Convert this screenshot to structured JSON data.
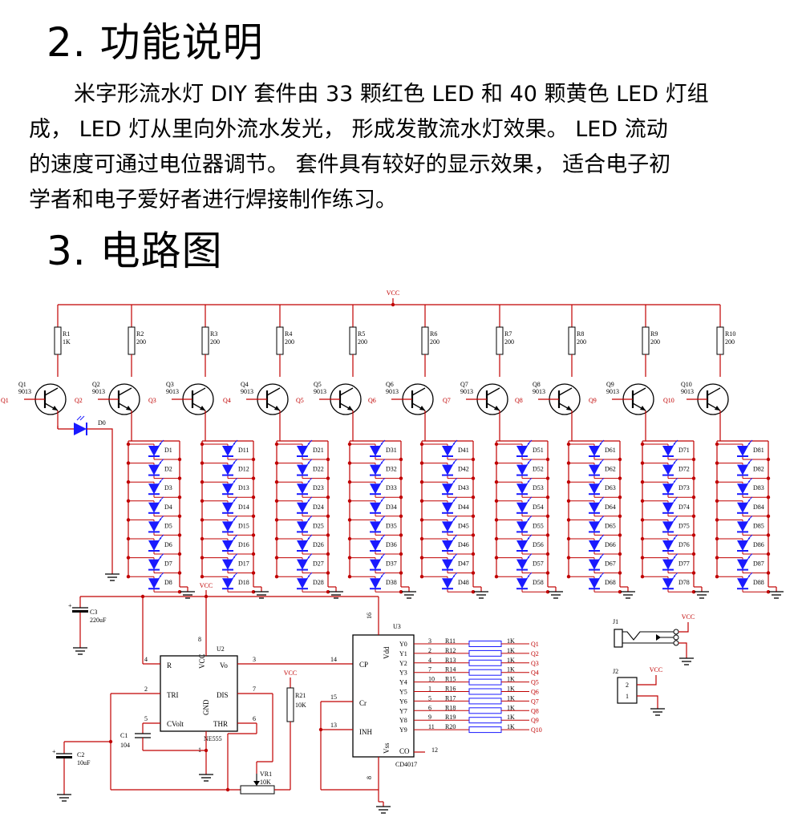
{
  "section2": {
    "heading": "2. 功能说明",
    "lines": [
      "米字形流水灯 DIY 套件由 33 颗红色 LED 和 40 颗黄色 LED 灯组",
      "成， LED 灯从里向外流水发光， 形成发散流水灯效果。 LED 流动",
      "的速度可通过电位器调节。 套件具有较好的显示效果， 适合电子初",
      "学者和电子爱好者进行焊接制作练习。"
    ]
  },
  "section3": {
    "heading": "3. 电路图"
  },
  "colors": {
    "wire": "#c00000",
    "diode": "#1a1aff",
    "ink": "#000000"
  },
  "schematic": {
    "vcc": "VCC",
    "resistors": [
      {
        "ref": "R1",
        "val": "1K"
      },
      {
        "ref": "R2",
        "val": "200"
      },
      {
        "ref": "R3",
        "val": "200"
      },
      {
        "ref": "R4",
        "val": "200"
      },
      {
        "ref": "R5",
        "val": "200"
      },
      {
        "ref": "R6",
        "val": "200"
      },
      {
        "ref": "R7",
        "val": "200"
      },
      {
        "ref": "R8",
        "val": "200"
      },
      {
        "ref": "R9",
        "val": "200"
      },
      {
        "ref": "R10",
        "val": "200"
      }
    ],
    "transistors": [
      {
        "ref": "Q1",
        "type": "9013",
        "base": "Q1"
      },
      {
        "ref": "Q2",
        "type": "9013",
        "base": "Q2"
      },
      {
        "ref": "Q3",
        "type": "9013",
        "base": "Q3"
      },
      {
        "ref": "Q4",
        "type": "9013",
        "base": "Q4"
      },
      {
        "ref": "Q5",
        "type": "9013",
        "base": "Q5"
      },
      {
        "ref": "Q6",
        "type": "9013",
        "base": "Q6"
      },
      {
        "ref": "Q7",
        "type": "9013",
        "base": "Q7"
      },
      {
        "ref": "Q8",
        "type": "9013",
        "base": "Q8"
      },
      {
        "ref": "Q9",
        "type": "9013",
        "base": "Q9"
      },
      {
        "ref": "Q10",
        "type": "9013",
        "base": "Q10"
      }
    ],
    "d0": "D0",
    "diode_groups": [
      [
        "D1",
        "D2",
        "D3",
        "D4",
        "D5",
        "D6",
        "D7",
        "D8"
      ],
      [
        "D11",
        "D12",
        "D13",
        "D14",
        "D15",
        "D16",
        "D17",
        "D18"
      ],
      [
        "D21",
        "D22",
        "D23",
        "D24",
        "D25",
        "D26",
        "D27",
        "D28"
      ],
      [
        "D31",
        "D32",
        "D33",
        "D34",
        "D35",
        "D36",
        "D37",
        "D38"
      ],
      [
        "D41",
        "D42",
        "D43",
        "D44",
        "D45",
        "D46",
        "D47",
        "D48"
      ],
      [
        "D51",
        "D52",
        "D53",
        "D54",
        "D55",
        "D56",
        "D57",
        "D58"
      ],
      [
        "D61",
        "D62",
        "D63",
        "D64",
        "D65",
        "D66",
        "D67",
        "D68"
      ],
      [
        "D71",
        "D72",
        "D73",
        "D74",
        "D75",
        "D76",
        "D77",
        "D78"
      ],
      [
        "D81",
        "D82",
        "D83",
        "D84",
        "D85",
        "D86",
        "D87",
        "D88"
      ]
    ],
    "c3": {
      "ref": "C3",
      "val": "220uF"
    },
    "c2": {
      "ref": "C2",
      "val": "10uF"
    },
    "c1": {
      "ref": "C1",
      "val": "104"
    },
    "r21": {
      "ref": "R21",
      "val": "10K"
    },
    "vr1": {
      "ref": "VR1",
      "val": "10K"
    },
    "u2": {
      "ref": "U2",
      "name": "NE555",
      "pins": {
        "R": "R",
        "VCC": "VCC",
        "Vo": "Vo",
        "TRI": "TRI",
        "DIS": "DIS",
        "CVolt": "CVolt",
        "THR": "THR",
        "GND": "GND"
      },
      "nums": {
        "p4": "4",
        "p8": "8",
        "p3": "3",
        "p2": "2",
        "p7": "7",
        "p5": "5",
        "p6": "6",
        "p1": "1"
      }
    },
    "u3": {
      "ref": "U3",
      "name": "CD4017",
      "pins": {
        "CP": "CP",
        "Cr": "Cr",
        "INH": "INH",
        "Vdd": "Vdd",
        "Vss": "Vss",
        "CO": "CO"
      },
      "nums": {
        "p16": "16",
        "p14": "14",
        "p15": "15",
        "p13": "13",
        "p8": "8",
        "p12": "12"
      },
      "outputs": [
        {
          "y": "Y0",
          "pin": "3",
          "r": "R11",
          "val": "1K",
          "q": "Q1"
        },
        {
          "y": "Y1",
          "pin": "2",
          "r": "R12",
          "val": "1K",
          "q": "Q2"
        },
        {
          "y": "Y2",
          "pin": "4",
          "r": "R13",
          "val": "1K",
          "q": "Q3"
        },
        {
          "y": "Y3",
          "pin": "7",
          "r": "R14",
          "val": "1K",
          "q": "Q4"
        },
        {
          "y": "Y4",
          "pin": "10",
          "r": "R15",
          "val": "1K",
          "q": "Q5"
        },
        {
          "y": "Y5",
          "pin": "1",
          "r": "R16",
          "val": "1K",
          "q": "Q6"
        },
        {
          "y": "Y6",
          "pin": "5",
          "r": "R17",
          "val": "1K",
          "q": "Q7"
        },
        {
          "y": "Y7",
          "pin": "6",
          "r": "R18",
          "val": "1K",
          "q": "Q8"
        },
        {
          "y": "Y8",
          "pin": "9",
          "r": "R19",
          "val": "1K",
          "q": "Q9"
        },
        {
          "y": "Y9",
          "pin": "11",
          "r": "R20",
          "val": "1K",
          "q": "Q10"
        }
      ]
    },
    "j1": {
      "ref": "J1"
    },
    "j2": {
      "ref": "J2",
      "pins": [
        "2",
        "1"
      ]
    }
  }
}
